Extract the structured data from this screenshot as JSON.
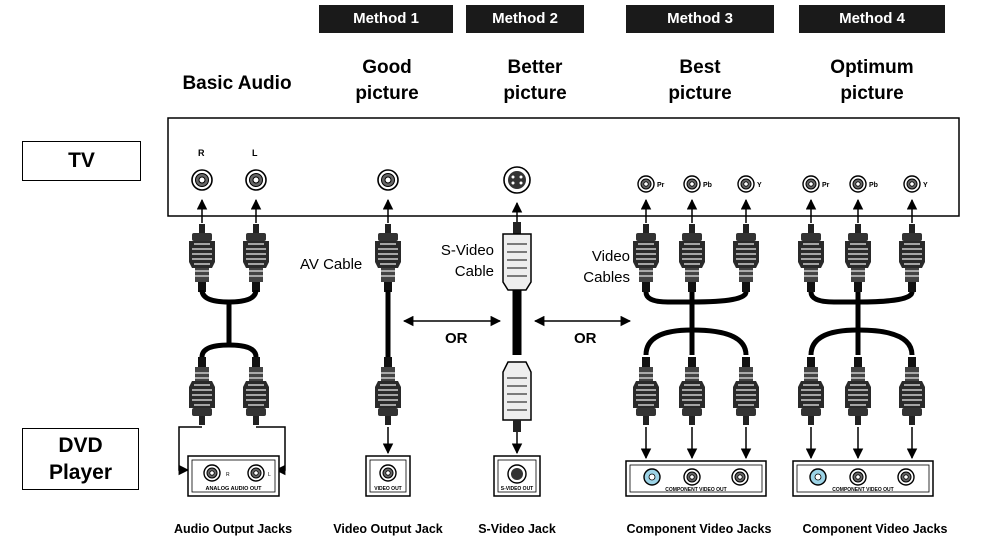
{
  "methods": [
    {
      "badge": "Method 1",
      "title_1": "Good",
      "title_2": "picture"
    },
    {
      "badge": "Method 2",
      "title_1": "Better",
      "title_2": "picture"
    },
    {
      "badge": "Method 3",
      "title_1": "Best",
      "title_2": "picture"
    },
    {
      "badge": "Method 4",
      "title_1": "Optimum",
      "title_2": "picture"
    }
  ],
  "basic_audio_title": "Basic Audio",
  "tv_label": "TV",
  "dvd_label_1": "DVD",
  "dvd_label_2": "Player",
  "tv_jack_labels": {
    "r": "R",
    "l": "L",
    "pr": "Pr",
    "pb": "Pb",
    "y": "Y"
  },
  "cable_labels": {
    "av": "AV Cable",
    "svideo_1": "S-Video",
    "svideo_2": "Cable",
    "video_1": "Video",
    "video_2": "Cables"
  },
  "or_label": "OR",
  "panel_labels": {
    "analog": "ANALOG AUDIO OUT",
    "video": "VIDEO OUT",
    "svideo": "S-VIDEO OUT",
    "component": "COMPONENT VIDEO OUT"
  },
  "bottom_labels": {
    "audio": "Audio Output Jacks",
    "video": "Video Output Jack",
    "svideo": "S-Video Jack",
    "component_1": "Component Video Jacks",
    "component_2": "Component Video Jacks"
  }
}
